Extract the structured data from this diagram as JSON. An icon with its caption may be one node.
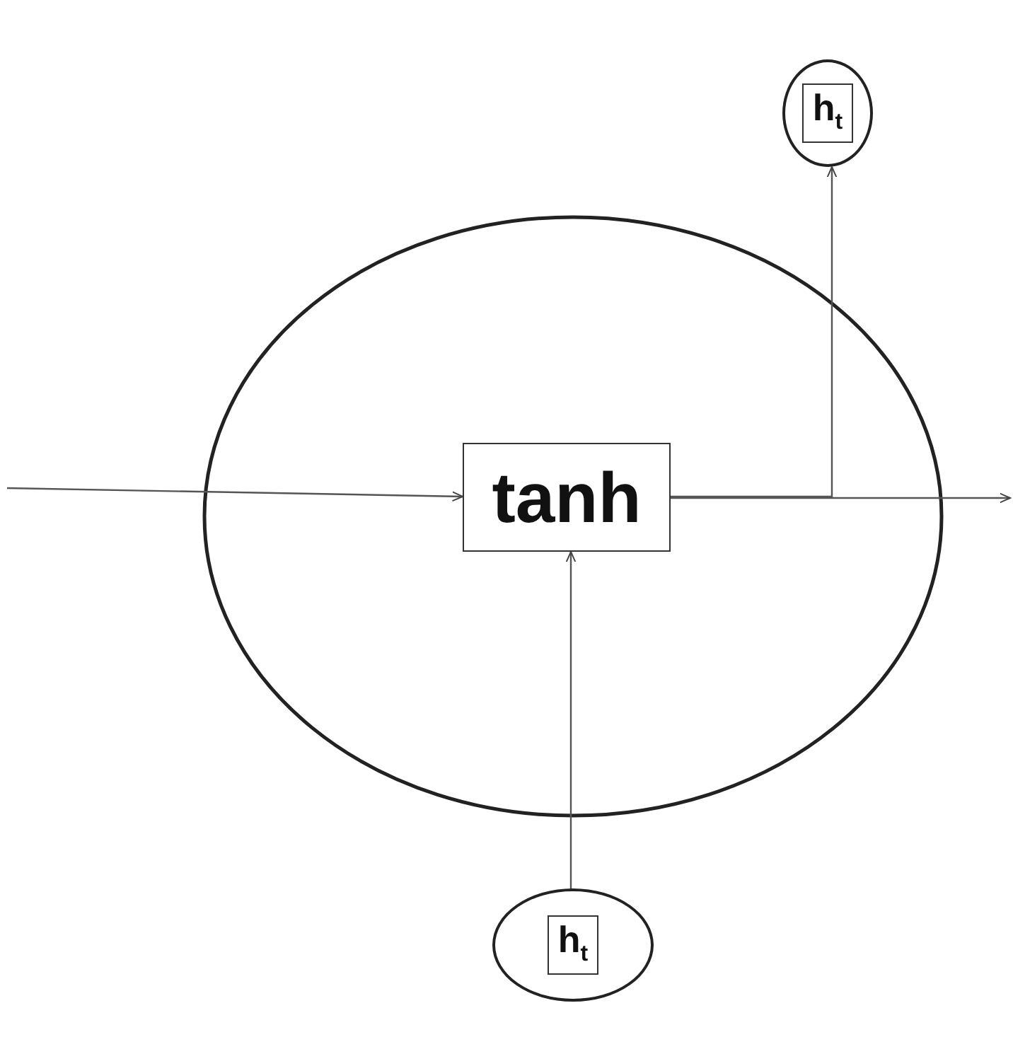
{
  "diagram": {
    "nodes": [
      {
        "text": [
          "h$_{t}$"
        ]
      },
      {
        "text": [],
        "shape": "circle"
      },
      {
        "text": [
          "tanh"
        ],
        "in": 1
      },
      {
        "text": [
          "h$_{t}$"
        ]
      }
    ],
    "edges": [
      {
        "from": null,
        "to": 2,
        "arrow": "to"
      },
      {
        "from": 3,
        "to": 2,
        "arrow": "to"
      },
      {
        "from": 2,
        "to": null,
        "arrow": "to"
      },
      {
        "from": 2,
        "to": 0,
        "arrow": "to"
      }
    ]
  }
}
